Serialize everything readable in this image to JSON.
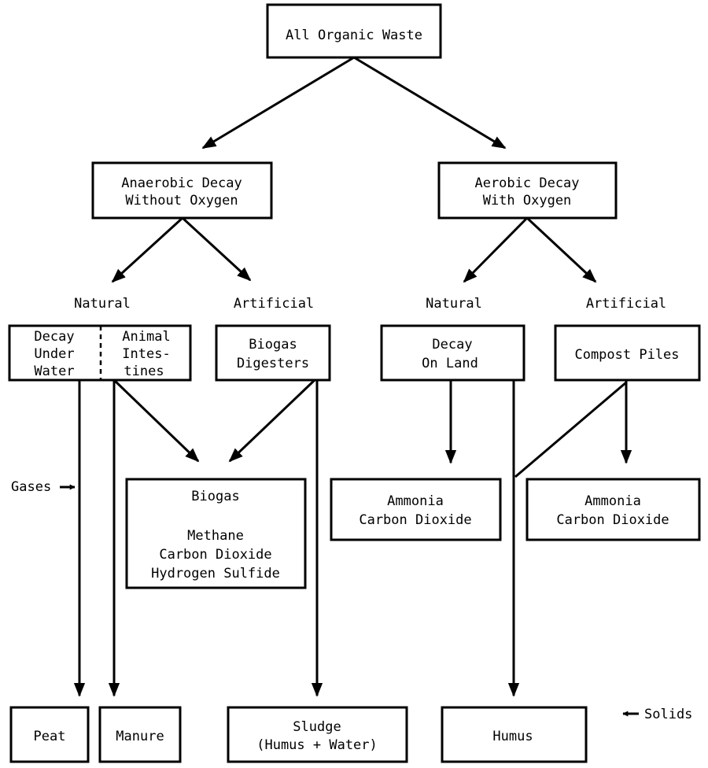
{
  "root": {
    "label": "All Organic Waste"
  },
  "anaerobic": {
    "line1": "Anaerobic Decay",
    "line2": "Without  Oxygen"
  },
  "aerobic": {
    "line1": "Aerobic Decay",
    "line2": "With   Oxygen"
  },
  "branch_labels": {
    "anaerobic_natural": "Natural",
    "anaerobic_artificial": "Artificial",
    "aerobic_natural": "Natural",
    "aerobic_artificial": "Artificial"
  },
  "decay_under_water": {
    "line1": "Decay",
    "line2": "Under",
    "line3": "Water"
  },
  "animal_intestines": {
    "line1": "Animal",
    "line2": "Intes-",
    "line3": "tines"
  },
  "biogas_digesters": {
    "line1": "Biogas",
    "line2": "Digesters"
  },
  "decay_on_land": {
    "line1": "Decay",
    "line2": "On Land"
  },
  "compost_piles": {
    "label": "Compost Piles"
  },
  "biogas_output": {
    "title": "Biogas",
    "gas1": "Methane",
    "gas2": "Carbon Dioxide",
    "gas3": "Hydrogen Sulfide"
  },
  "aerobic_natural_gases": {
    "line1": "Ammonia",
    "line2": "Carbon Dioxide"
  },
  "aerobic_artificial_gases": {
    "line1": "Ammonia",
    "line2": "Carbon Dioxide"
  },
  "solids": {
    "peat": "Peat",
    "manure": "Manure",
    "sludge_line1": "Sludge",
    "sludge_line2": "(Humus + Water)",
    "humus": "Humus"
  },
  "legend": {
    "gases": "Gases",
    "solids": "Solids"
  }
}
